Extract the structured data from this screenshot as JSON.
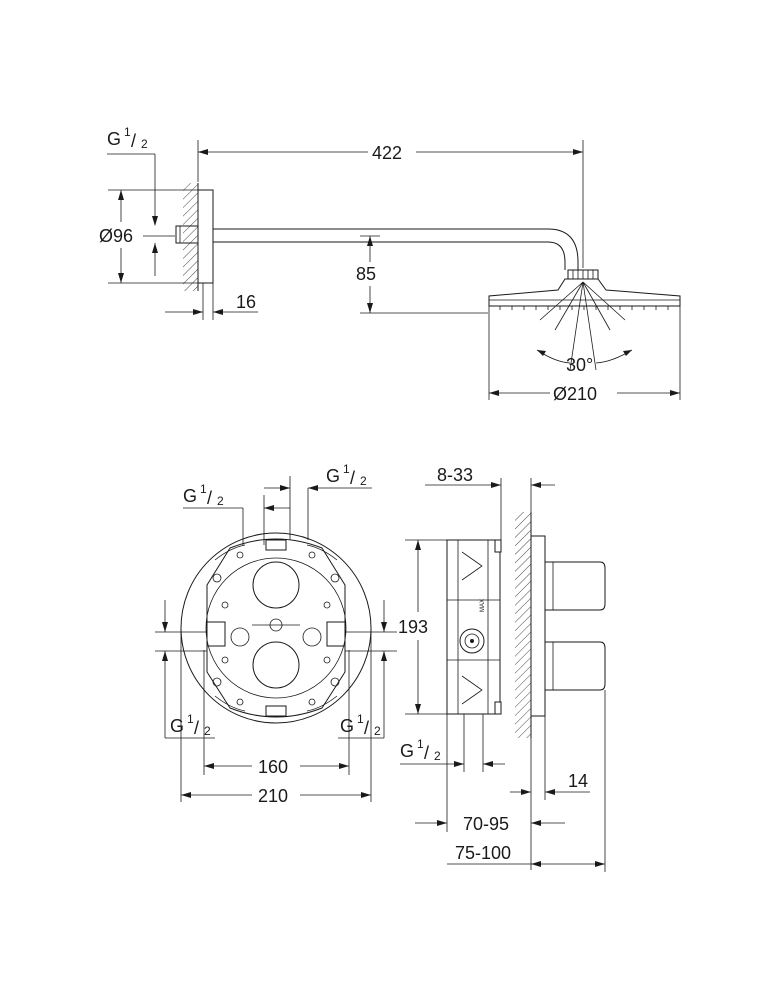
{
  "top_view": {
    "thread_label": "G",
    "thread_sup": "1",
    "thread_sub": "2",
    "length": "422",
    "flange_diameter": "Ø96",
    "drop": "85",
    "wall_gap": "16",
    "tilt_angle": "30°",
    "head_diameter": "Ø210"
  },
  "front_view": {
    "thread_top_left": {
      "base": "G",
      "sup": "1",
      "sub": "2"
    },
    "thread_top_right": {
      "base": "G",
      "sup": "1",
      "sub": "2"
    },
    "thread_bottom_left": {
      "base": "G",
      "sup": "1",
      "sub": "2"
    },
    "thread_bottom_right": {
      "base": "G",
      "sup": "1",
      "sub": "2"
    },
    "inner_width": "160",
    "outer_width": "210"
  },
  "side_view": {
    "wall_range": "8-33",
    "height": "193",
    "thread": {
      "base": "G",
      "sup": "1",
      "sub": "2"
    },
    "plate_depth": "14",
    "depth_range_1": "70-95",
    "depth_range_2": "75-100",
    "body_marking": "MAX"
  }
}
